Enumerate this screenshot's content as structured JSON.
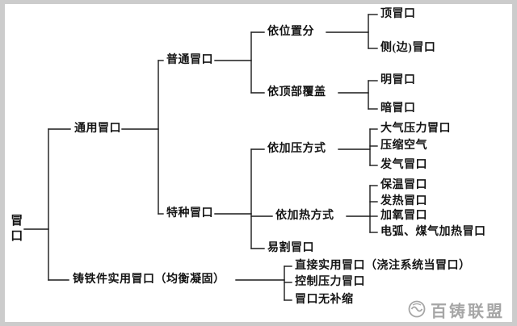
{
  "diagram": {
    "kind": "classification-tree",
    "tree": {
      "label": "冒口",
      "children": [
        {
          "label": "通用冒口",
          "children": [
            {
              "label": "普通冒口",
              "children": [
                {
                  "label": "依位置分",
                  "children": [
                    {
                      "label": "顶冒口"
                    },
                    {
                      "label": "侧(边)冒口"
                    }
                  ]
                },
                {
                  "label": "依顶部覆盖",
                  "children": [
                    {
                      "label": "明冒口"
                    },
                    {
                      "label": "暗冒口"
                    }
                  ]
                }
              ]
            },
            {
              "label": "特种冒口",
              "children": [
                {
                  "label": "依加压方式",
                  "children": [
                    {
                      "label": "大气压力冒口"
                    },
                    {
                      "label": "压缩空气"
                    },
                    {
                      "label": "发气冒口"
                    }
                  ]
                },
                {
                  "label": "依加热方式",
                  "children": [
                    {
                      "label": "保温冒口"
                    },
                    {
                      "label": "发热冒口"
                    },
                    {
                      "label": "加氧冒口"
                    },
                    {
                      "label": "电弧、煤气加热冒口"
                    }
                  ]
                },
                {
                  "label": "易割冒口"
                }
              ]
            }
          ]
        },
        {
          "label": "铸铁件实用冒口（均衡凝固）",
          "children": [
            {
              "label": "直接实用冒口（浇注系统当冒口）"
            },
            {
              "label": "控制压力冒口"
            },
            {
              "label": "冒口无补缩"
            }
          ]
        }
      ]
    },
    "colors": {
      "line": "#1a1a1a",
      "text": "#141414",
      "watermark": "#a6a6a6"
    }
  },
  "watermark": {
    "text": "百铸联盟"
  }
}
